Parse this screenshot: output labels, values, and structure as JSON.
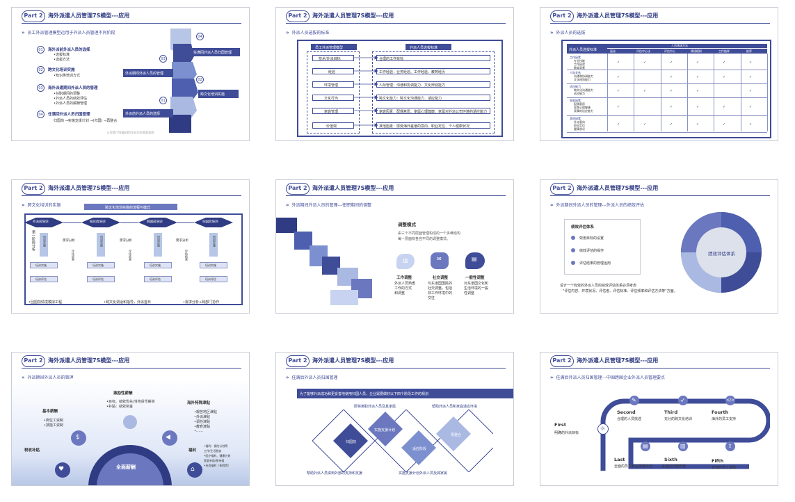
{
  "common": {
    "part_label": "Part 2",
    "footer": "公司简介/发展历程/企业文化/组织架构"
  },
  "s1": {
    "title": "海外派遣人员管理7S模型---应用",
    "subtitle": "员工外派管理模型运用于外派人员管理不同阶段",
    "items": [
      {
        "num": "01",
        "head": "海外派前外派人员的选择",
        "lines": [
          "•选拔标准",
          "•选拔方法"
        ]
      },
      {
        "num": "02",
        "head": "跨文化培训实施",
        "lines": [
          "•知识类培训方式"
        ]
      },
      {
        "num": "03",
        "head": "海外派遣期间外派人员的管理",
        "lines": [
          "•任职期间的调整",
          "•外派人员的绩效评估",
          "•外派人员的薪酬管理"
        ]
      },
      {
        "num": "04",
        "head": "任满回外派人员归国管理",
        "lines": [
          "归国前  →实施支援计划  →(归国)  →再整合"
        ]
      }
    ],
    "arrow_labels": [
      "任满回外派人员归国管理",
      "外派期间外派人员的管理",
      "跨文化培训实施",
      "外派前外派人员的选择"
    ],
    "arrow_nums": [
      "04",
      "03",
      "02",
      "01"
    ]
  },
  "s2": {
    "title": "海外派遣人员管理7S模型---应用",
    "subtitle": "外派人员选拔的标准",
    "col_left": "员工外派管理模型",
    "col_right": "外派人员选拔标准",
    "rows": [
      {
        "left": "技术/外派目标",
        "right": "合理的工作目标"
      },
      {
        "left": "经验",
        "right": "工作经验：业务经验、工作经验、教育经历"
      },
      {
        "left": "环境管理",
        "right": "人际管理：沟通和协调能力、文化辨别能力"
      },
      {
        "left": "文化行为",
        "right": "跨文化能力：跨文化沟通能力、适应能力"
      },
      {
        "left": "家庭管理",
        "right": "家庭因素：配偶意愿、家属心理健康、家属对外派公司环境的适应能力"
      },
      {
        "left": "价值观",
        "right": "其他因素：感受海外差遣的意向、职业定位、个人健康状况"
      }
    ]
  },
  "s3": {
    "title": "海外派遣人员管理7S模型---应用",
    "subtitle": "外派人员的选拔",
    "header_left": "外派人员选拔标准",
    "header_top": "人员选拔方法",
    "methods": [
      "面谈",
      "评估中心法",
      "评估中心",
      "情境模拟",
      "工作抽样",
      "推荐"
    ],
    "rows": [
      {
        "label": "工作因素",
        "subs": [
          "专业技能",
          "工作经验",
          "教育背景"
        ],
        "marks": [
          "✓",
          "✓",
          "✓",
          "✓",
          "✓",
          "✓"
        ]
      },
      {
        "label": "人际关系",
        "subs": [
          "沟通和协调能力",
          "文化辨别能力"
        ],
        "marks": [
          "✓",
          "",
          "✓",
          "✓",
          "✓",
          "✓"
        ]
      },
      {
        "label": "适应能力",
        "subs": [
          "跨文化沟通能力",
          "适应能力"
        ],
        "marks": [
          "✓",
          "✓",
          "✓",
          "✓",
          "",
          "✓"
        ]
      },
      {
        "label": "家庭因素",
        "subs": [
          "配偶意愿",
          "家属心理健康",
          "家属的适应能力"
        ],
        "marks": [
          "✓",
          "",
          "✓",
          "✓",
          "✓",
          "✓"
        ]
      },
      {
        "label": "其他因素",
        "subs": [
          "外派意向",
          "职业定位",
          "健康状况"
        ],
        "marks": [
          "✓",
          "✓",
          "✓",
          "✓",
          "✓",
          "✓"
        ]
      }
    ]
  },
  "s4": {
    "title": "海外派遣人员管理7S模型---应用",
    "subtitle": "跨文化培训的实施",
    "tab": "跨文化培训实施的流程与模式",
    "stages": [
      "外派前培训",
      "抵达后培训",
      "回国前培训",
      "归国后培训"
    ],
    "side": "第一阶段分析",
    "needs": [
      "需求分析",
      "需求分析",
      "需求分析"
    ],
    "evals": [
      "评估结果",
      "评估结果",
      "评估结果"
    ],
    "step_a": "培训实施",
    "step_b": "培训评估",
    "bottom": [
      "•回国前情境模拟工程",
      "•跨文化调适和指导，外派首日",
      "•需求分析+跨部门协作"
    ]
  },
  "s5": {
    "title": "海外派遣人员管理7S模型---应用",
    "subtitle": "外派期间外派人员的管理---任职期间的调整",
    "heading": "调整模式",
    "desc": [
      "由三个不同层面管理构成的一个多维结构",
      "每一层面有各自不同的调整模式。"
    ],
    "cards": [
      {
        "label": "工作调整",
        "text": [
          "外派人员熟悉",
          "工作的方式",
          "和调整"
        ]
      },
      {
        "label": "社交调整",
        "text": [
          "与东道国国民的",
          "社交调整，包括",
          "非工作环境中的",
          "交往"
        ]
      },
      {
        "label": "一般性调整",
        "text": [
          "对东道国文化和",
          "生活环境的一般",
          "性调整"
        ]
      }
    ]
  },
  "s6": {
    "title": "海外派遣人员管理7S模型---应用",
    "subtitle": "外派期间外派人员的管理---外派人员的绩效评估",
    "box_title": "绩效评估体系",
    "bullets": [
      "效用目标的设置",
      "绩效评估的操作",
      "评估结果的管理运用"
    ],
    "center": "绩效评估体系",
    "desc": [
      "设计一个有效的外派人员的绩效评估体系必须考虑",
      "\"评估内容、环境状况、评估者、评估标准、评估频率和评估方法等\"方面。"
    ]
  },
  "s7": {
    "title": "海外派遣人员管理7S模型---应用",
    "subtitle": "外派期间外派人员的管理",
    "center_title": "激励性薪酬",
    "center_lines": [
      "•目标、绩效优先/当地货币薪资",
      "•补贴：绩效奖金"
    ],
    "left_title": "基本薪酬",
    "left_lines": [
      "•岗位工资制",
      "•技能工资制"
    ],
    "right_title": "海外特殊津贴",
    "right_lines": [
      "•艰苦地区津贴",
      "•外派津贴",
      "•调任津贴",
      "•教育津贴",
      "•……"
    ],
    "bottom_left": "税收补贴",
    "bottom_right": "福利",
    "right_bottom_lines": [
      "•福利：保险计划等",
      "工作/生活服务",
      "•医疗福利、健康计划",
      "家庭补助/探亲假",
      "•社会福利（休假等）"
    ],
    "arc": "全面薪酬"
  },
  "s8": {
    "title": "海外派遣人员管理7S模型---应用",
    "subtitle": "任满后外派人员归国管理",
    "banner": "为了能够外派成功和更妥善地使用归国人员，企业需要做好以下四个阶段工作的规划",
    "top_left": "即将离职外派人员及其家属",
    "top_right": "帮助外派人员和家庭适应环境",
    "diamonds": [
      "归国前",
      "实施支援计划",
      "适应阶段",
      "再整合"
    ],
    "bottom_left": "帮助外派人员得到外部的支持和支援",
    "bottom_right": "实施支援计划外派人员及其家属"
  },
  "s9": {
    "title": "海外派遣人员管理7S模型---应用",
    "subtitle": "任满后外派人员归国管理---中国跨国企业外派人员管理要点",
    "steps": [
      {
        "name": "First",
        "desc": "明确的外派目标"
      },
      {
        "name": "Second",
        "desc": "合理的人员挑选"
      },
      {
        "name": "Third",
        "desc": "充分的跨文化培训"
      },
      {
        "name": "Fourth",
        "desc": "海外的员工支持"
      },
      {
        "name": "Fifth",
        "desc": "有效的员工激励"
      },
      {
        "name": "Sixth",
        "desc": "妥当的归国安置"
      },
      {
        "name": "Last",
        "desc": "全面的员工职业发展计划"
      }
    ]
  }
}
